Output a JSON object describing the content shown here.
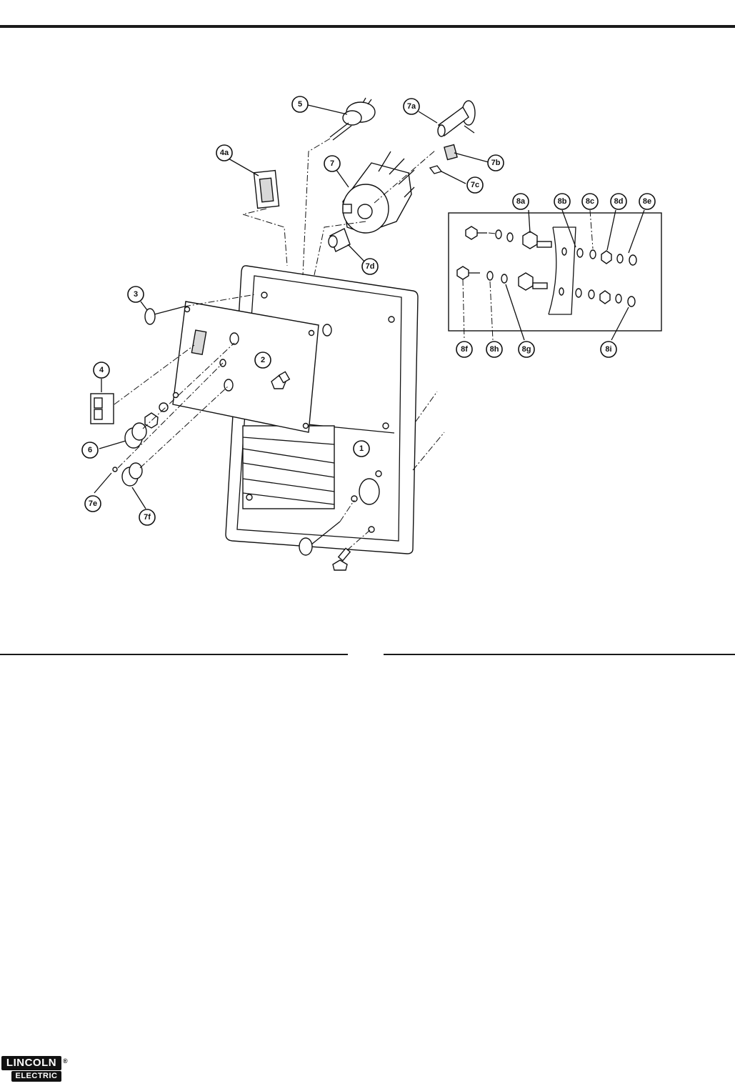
{
  "callouts": [
    "5",
    "7a",
    "4a",
    "7",
    "7b",
    "7c",
    "7d",
    "3",
    "2",
    "4",
    "6",
    "7e",
    "7f",
    "1",
    "8a",
    "8b",
    "8c",
    "8d",
    "8e",
    "8f",
    "8h",
    "8g",
    "8i"
  ],
  "brand": {
    "line1": "LINCOLN",
    "line2": "ELECTRIC",
    "mark": "®"
  }
}
